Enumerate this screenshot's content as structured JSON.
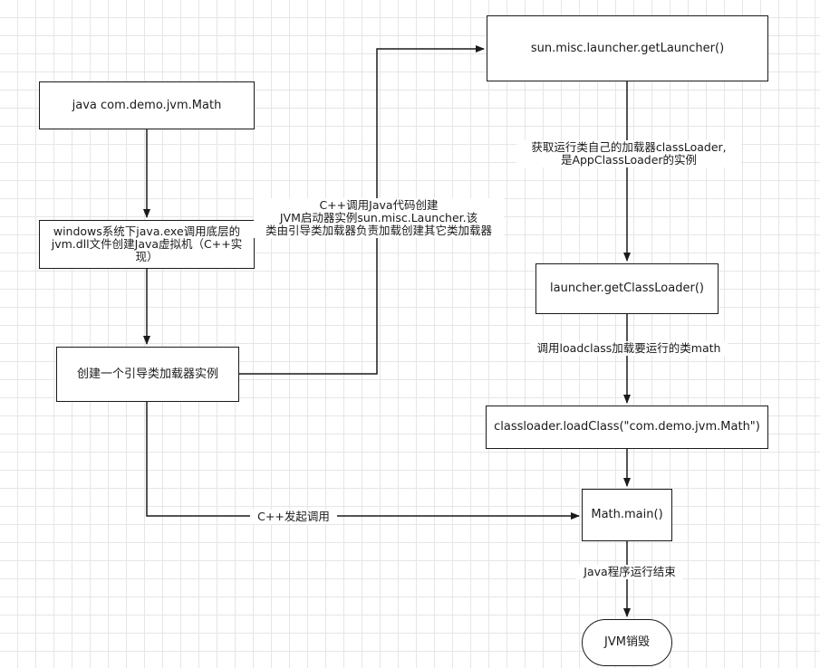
{
  "nodes": {
    "java_cmd": "java com.demo.jvm.Math",
    "create_jvm": "windows系统下java.exe调用底层的jvm.dll文件创建Java虚拟机（C++实现）",
    "bootstrap_loader": "创建一个引导类加载器实例",
    "get_launcher": "sun.misc.launcher.getLauncher()",
    "get_class_loader": "launcher.getClassLoader()",
    "load_class": "classloader.loadClass(\"com.demo.jvm.Math\")",
    "math_main": "Math.main()",
    "jvm_destroy": "JVM销毁"
  },
  "edges": {
    "bootstrap_to_launcher": "C++调用Java代码创建\nJVM启动器实例sun.misc.Launcher.该\n类由引导类加载器负责加载创建其它类加载器",
    "launcher_to_getloader": "获取运行类自己的加载器classLoader,\n是AppClassLoader的实例",
    "getloader_to_loadclass": "调用loadclass加载要运行的类math",
    "bootstrap_to_main": "C++发起调用",
    "main_to_destroy": "Java程序运行结束"
  },
  "colors": {
    "stroke": "#1a1a1a",
    "grid": "#e6e6e6",
    "background": "#ffffff"
  }
}
